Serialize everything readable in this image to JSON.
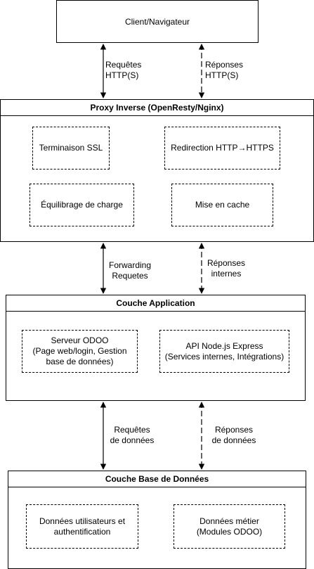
{
  "client": {
    "label": "Client/Navigateur"
  },
  "proxy": {
    "title": "Proxy Inverse (OpenResty/Nginx)",
    "items": [
      "Terminaison SSL",
      "Redirection HTTP→HTTPS",
      "Équilibrage de charge",
      "Mise en cache"
    ]
  },
  "app": {
    "title": "Couche Application",
    "items": [
      "Serveur ODOO\n(Page web/login, Gestion\nbase de données)",
      "API Node.js Express\n(Services internes, Intégrations)"
    ]
  },
  "db": {
    "title": "Couche Base de Données",
    "items": [
      "Données utilisateurs et\nauthentification",
      "Données métier\n(Modules ODOO)"
    ]
  },
  "links": {
    "client_proxy_left": "Requêtes\nHTTP(S)",
    "client_proxy_right": "Réponses\nHTTP(S)",
    "proxy_app_left": "Forwarding\nRequetes",
    "proxy_app_right": "Réponses\ninternes",
    "app_db_left": "Requêtes\nde données",
    "app_db_right": "Réponses\nde données"
  }
}
